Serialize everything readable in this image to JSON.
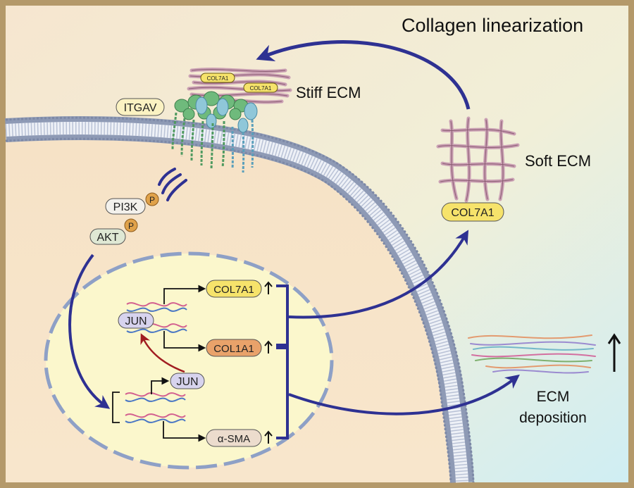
{
  "title": "Collagen linearization",
  "labels": {
    "stiff_ecm": "Stiff ECM",
    "soft_ecm": "Soft ECM",
    "ecm_deposition_line1": "ECM",
    "ecm_deposition_line2": "deposition"
  },
  "proteins": {
    "itgav": "ITGAV",
    "pi3k": "PI3K",
    "akt": "AKT",
    "phospho": "P",
    "jun_top": "JUN",
    "jun_bottom": "JUN",
    "col7a1_gene": "COL7A1",
    "col1a1_gene": "COL1A1",
    "asma_gene": "α-SMA",
    "col7a1_soft": "COL7A1",
    "col7a1_fiber_a": "COL7A1",
    "col7a1_fiber_b": "COL7A1"
  },
  "colors": {
    "frame": "#b4996a",
    "background": "#f6ead6",
    "arrow_blue": "#2e3192",
    "arrow_red": "#a11d21",
    "nucleus_fill": "#fbf7cc",
    "nucleus_border": "#8ea0c6",
    "membrane": "#8e9ab5",
    "col7a1_box": "#f6e36b",
    "col1a1_box": "#e9a26a",
    "jun_box": "#d7d3ee",
    "phospho": "#e0a24a",
    "collagen_fiber": "#caa0b3"
  },
  "icons": [
    "up-arrow-icon",
    "phospho-circle-icon",
    "signal-wave-icon",
    "dna-helix-icon",
    "collagen-fiber-icon"
  ]
}
